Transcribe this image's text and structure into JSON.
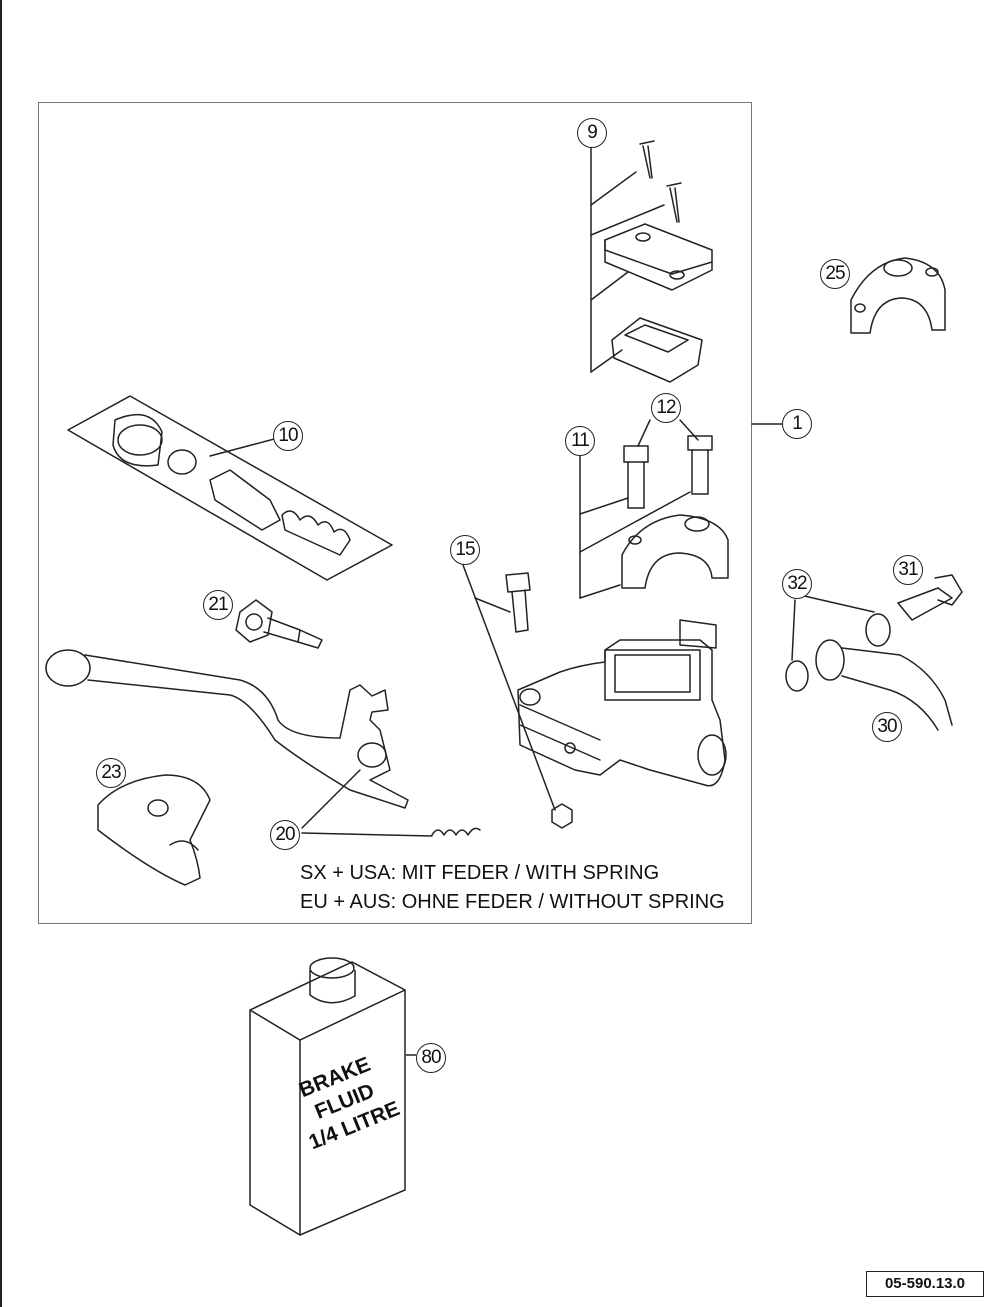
{
  "callouts": [
    {
      "id": "9",
      "label": "9"
    },
    {
      "id": "25",
      "label": "25"
    },
    {
      "id": "12",
      "label": "12"
    },
    {
      "id": "1",
      "label": "1"
    },
    {
      "id": "10",
      "label": "10"
    },
    {
      "id": "11",
      "label": "11"
    },
    {
      "id": "15",
      "label": "15"
    },
    {
      "id": "32",
      "label": "32"
    },
    {
      "id": "31",
      "label": "31"
    },
    {
      "id": "21",
      "label": "21"
    },
    {
      "id": "30",
      "label": "30"
    },
    {
      "id": "23",
      "label": "23"
    },
    {
      "id": "20",
      "label": "20"
    },
    {
      "id": "80",
      "label": "80"
    }
  ],
  "notes": {
    "line1": "SX + USA:  MIT FEDER / WITH SPRING",
    "line2": "EU + AUS:  OHNE FEDER / WITHOUT SPRING"
  },
  "brake_fluid_can": {
    "line1": "BRAKE",
    "line2": "FLUID",
    "line3": "1/4 LITRE"
  },
  "drawing_code": "05-590.13.0"
}
